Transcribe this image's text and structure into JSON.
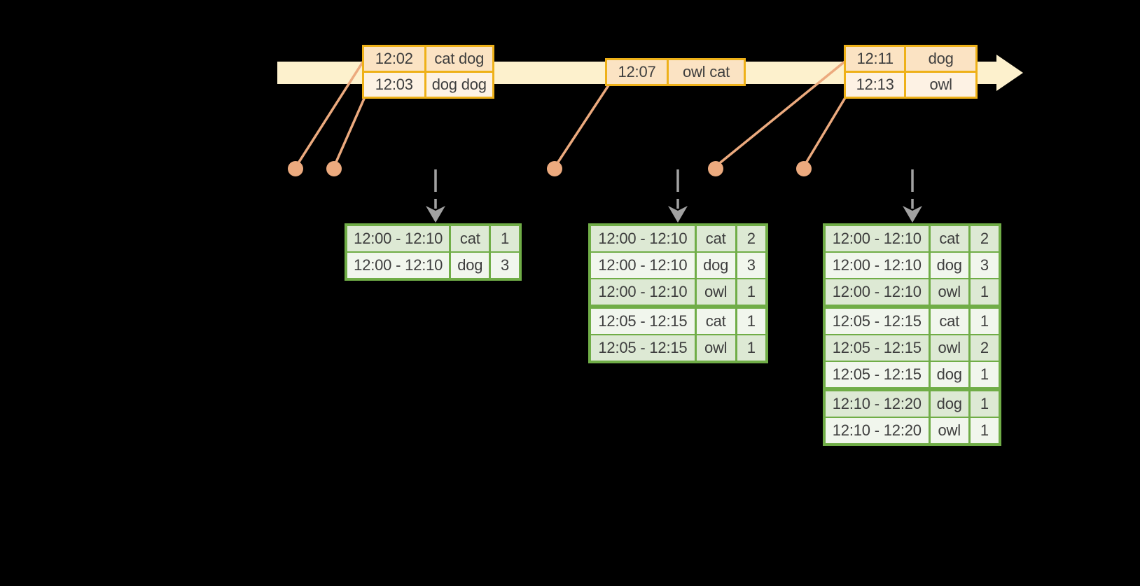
{
  "colors": {
    "background": "#000000",
    "timeline_band": "#fdf1cd",
    "event_border": "#eeb119",
    "event_row_dark": "#fbe3c3",
    "event_row_light": "#fdf2e4",
    "connector": "#ecaa7e",
    "trigger_arrow": "#a2a2a2",
    "table_border": "#70ad47",
    "table_row_tint": "#dde9d4",
    "table_row_light": "#f1f6ed",
    "text": "#3e3e3e"
  },
  "event_boxes": [
    {
      "rows": [
        {
          "time": "12:02",
          "words": "cat dog"
        },
        {
          "time": "12:03",
          "words": "dog dog"
        }
      ]
    },
    {
      "rows": [
        {
          "time": "12:07",
          "words": "owl cat"
        }
      ]
    },
    {
      "rows": [
        {
          "time": "12:11",
          "words": "dog"
        },
        {
          "time": "12:13",
          "words": "owl"
        }
      ]
    }
  ],
  "result_tables": [
    {
      "rows": [
        {
          "window": "12:00 - 12:10",
          "word": "cat",
          "count": "1"
        },
        {
          "window": "12:00 - 12:10",
          "word": "dog",
          "count": "3"
        }
      ]
    },
    {
      "rows": [
        {
          "window": "12:00 - 12:10",
          "word": "cat",
          "count": "2"
        },
        {
          "window": "12:00 - 12:10",
          "word": "dog",
          "count": "3"
        },
        {
          "window": "12:00 - 12:10",
          "word": "owl",
          "count": "1"
        },
        {
          "window": "12:05 - 12:15",
          "word": "cat",
          "count": "1"
        },
        {
          "window": "12:05 - 12:15",
          "word": "owl",
          "count": "1"
        }
      ]
    },
    {
      "rows": [
        {
          "window": "12:00 - 12:10",
          "word": "cat",
          "count": "2"
        },
        {
          "window": "12:00 - 12:10",
          "word": "dog",
          "count": "3"
        },
        {
          "window": "12:00 - 12:10",
          "word": "owl",
          "count": "1"
        },
        {
          "window": "12:05 - 12:15",
          "word": "cat",
          "count": "1"
        },
        {
          "window": "12:05 - 12:15",
          "word": "owl",
          "count": "2"
        },
        {
          "window": "12:05 - 12:15",
          "word": "dog",
          "count": "1"
        },
        {
          "window": "12:10 - 12:20",
          "word": "dog",
          "count": "1"
        },
        {
          "window": "12:10 - 12:20",
          "word": "owl",
          "count": "1"
        }
      ]
    }
  ]
}
